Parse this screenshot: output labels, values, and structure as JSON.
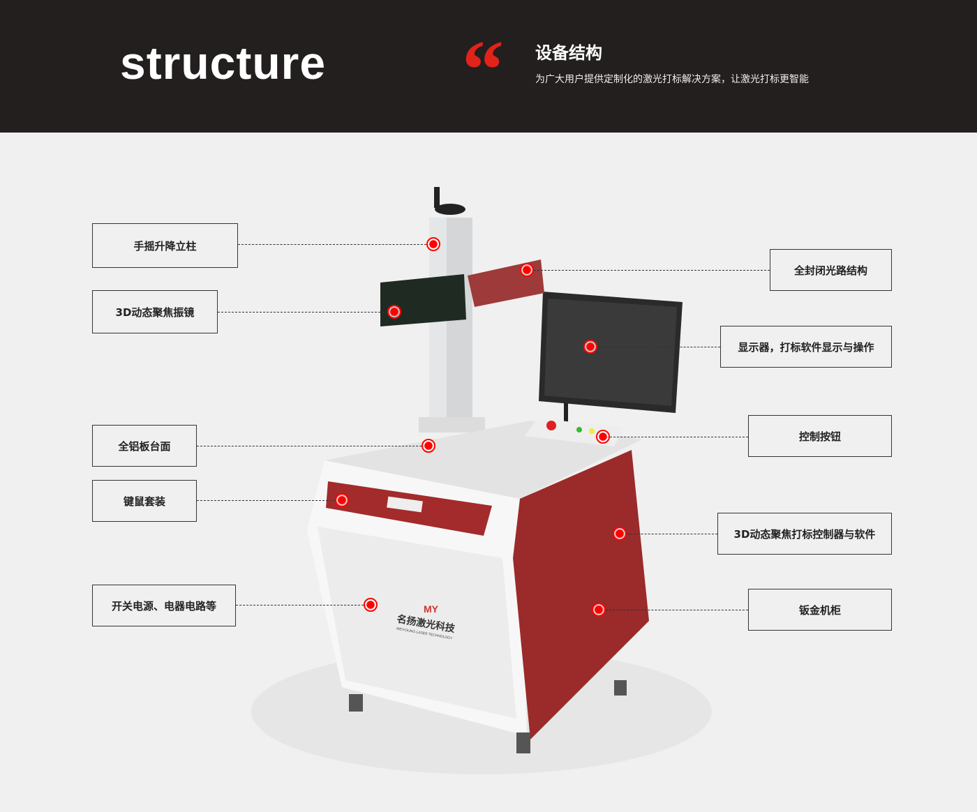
{
  "header": {
    "en_title": "structure",
    "quote_mark": "“",
    "cn_title": "设备结构",
    "subtitle": "为广大用户提供定制化的激光打标解决方案，让激光打标更智能"
  },
  "brand": {
    "logo": "MY",
    "name": "名扬激光科技",
    "name_en": "MEIYOUNG LASER TECHNOLOGY"
  },
  "colors": {
    "accent": "#e2231a",
    "header_bg": "#231f1f",
    "cabinet_red": "#9b2a2a"
  },
  "callouts": {
    "left": [
      {
        "label": "手摇升降立柱"
      },
      {
        "label": "3D动态聚焦振镜"
      },
      {
        "label": "全铝板台面"
      },
      {
        "label": "键鼠套装"
      },
      {
        "label": "开关电源、电器电路等"
      }
    ],
    "right": [
      {
        "label": "全封闭光路结构"
      },
      {
        "label": "显示器，打标软件显示与操作"
      },
      {
        "label": "控制按钮"
      },
      {
        "label": "3D动态聚焦打标控制器与软件"
      },
      {
        "label": "钣金机柜"
      }
    ]
  }
}
